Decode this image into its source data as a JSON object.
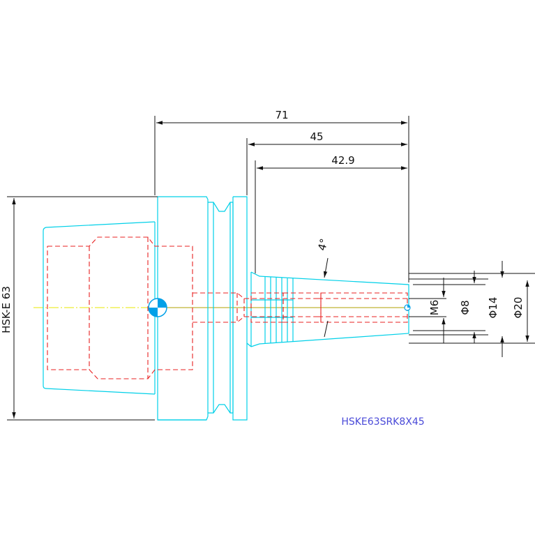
{
  "part_number": "HSKE63SRK8X45",
  "colors": {
    "outline": "#00d0e8",
    "hidden": "#e82020",
    "center_line": "#e8e800",
    "dimension": "#111111",
    "label": "#4a4ad8"
  },
  "dimensions": {
    "overall_length": "71",
    "shank_length": "45",
    "taper_length": "42.9",
    "taper_angle": "4°",
    "flange_diameter": "HSK-E 63",
    "thread": "M6",
    "bore": "Φ8",
    "nose_diameter": "Φ14",
    "end_diameter": "Φ20"
  }
}
